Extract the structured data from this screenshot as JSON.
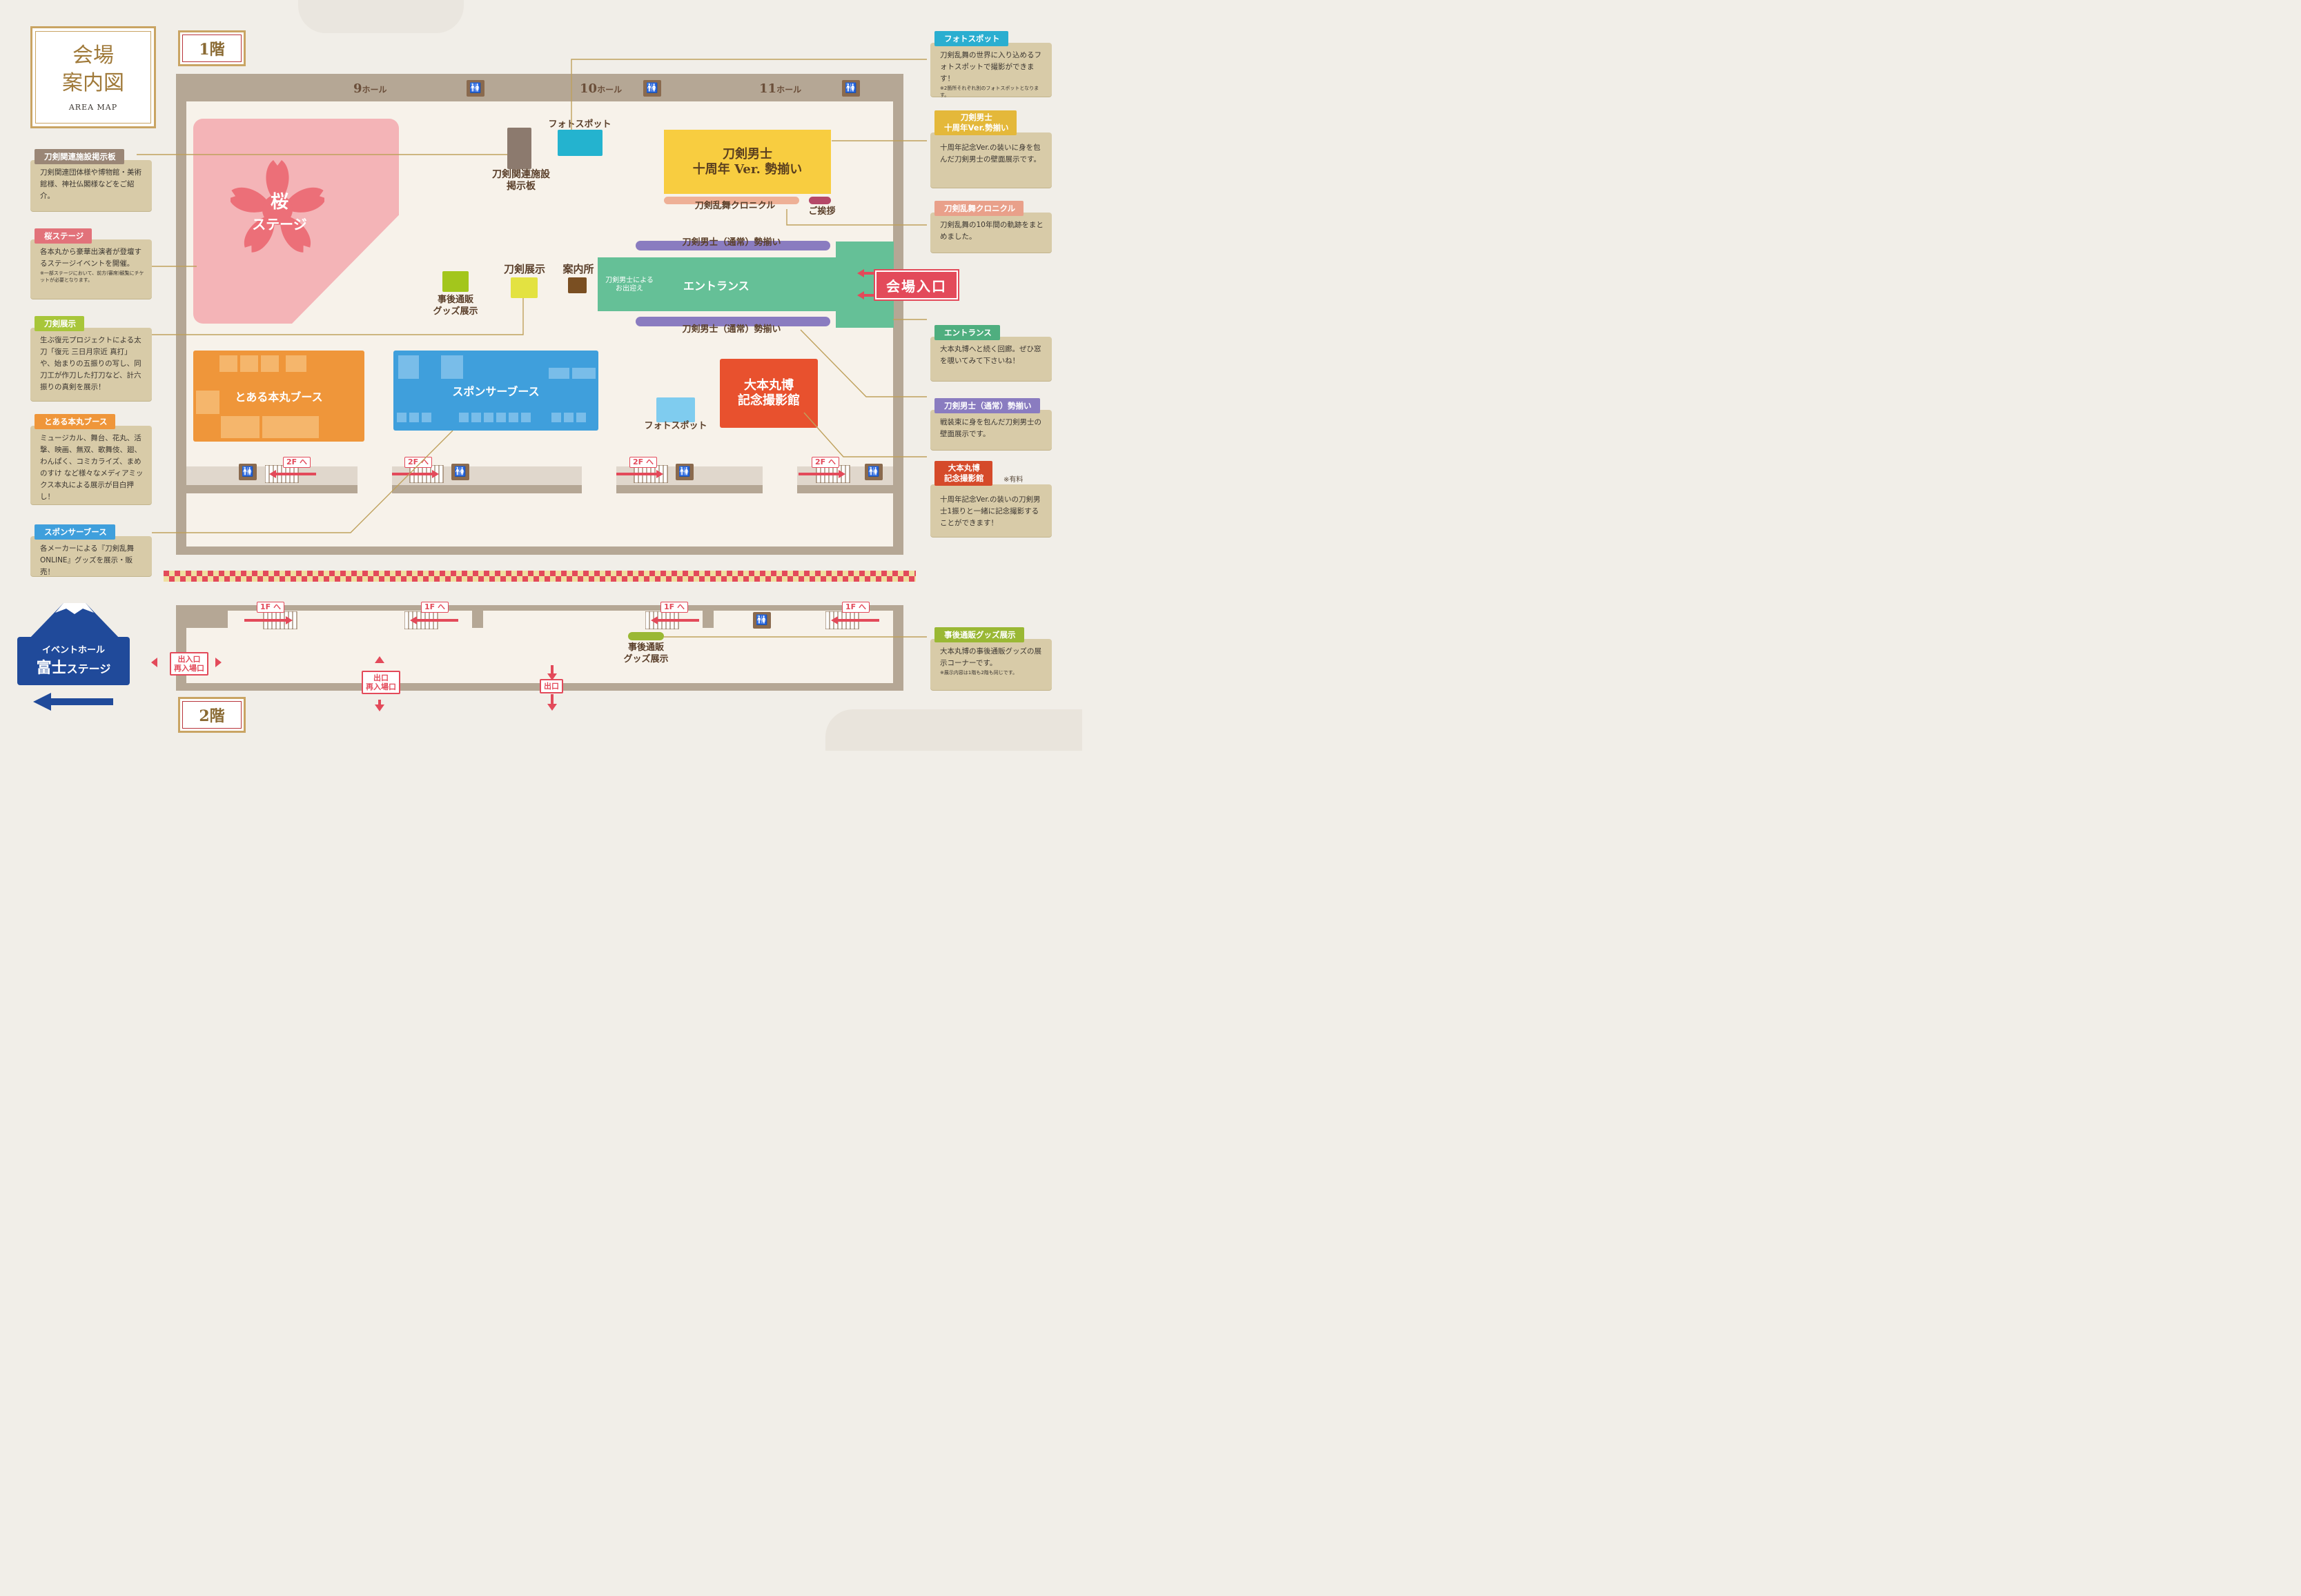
{
  "title": {
    "line1": "会場",
    "line2": "案内図",
    "sub": "AREA MAP"
  },
  "floors": {
    "f1": "1階",
    "f2": "2階"
  },
  "halls": [
    {
      "num": "9",
      "suffix": "ホール"
    },
    {
      "num": "10",
      "suffix": "ホール"
    },
    {
      "num": "11",
      "suffix": "ホール"
    }
  ],
  "map": {
    "sakura_stage": {
      "title": "桜",
      "sub": "ステージ"
    },
    "board": {
      "line1": "刀剣関連施設",
      "line2": "掲示板"
    },
    "photospot_top": "フォトスポット",
    "photospot_bottom": "フォトスポット",
    "touken_10th": {
      "line1": "刀剣男士",
      "line2": "十周年 Ver. 勢揃い"
    },
    "chronicle": "刀剣乱舞クロニクル",
    "greeting": "ご挨拶",
    "touken_normal_top": "刀剣男士（通常）勢揃い",
    "touken_normal_bottom": "刀剣男士（通常）勢揃い",
    "entrance": "エントランス",
    "entrance_greet": {
      "line1": "刀剣男士による",
      "line2": "お出迎え"
    },
    "touken_exhibit": "刀剣展示",
    "info_desk": "案内所",
    "post_sale": {
      "line1": "事後通販",
      "line2": "グッズ展示"
    },
    "toaru_booth": "とある本丸ブース",
    "sponsor_booth": "スポンサーブース",
    "oomoto_studio": {
      "line1": "大本丸博",
      "line2": "記念撮影館"
    },
    "to_2f": "2F へ",
    "to_1f": "1F へ",
    "entry_sign": "会場入口",
    "f2_post_sale": {
      "line1": "事後通販",
      "line2": "グッズ展示"
    },
    "exit_reentry_left": {
      "line1": "出入口",
      "line2": "再入場口"
    },
    "exit_reentry_mid": {
      "line1": "出口",
      "line2": "再入場口"
    },
    "exit": "出口",
    "fuji": {
      "line1": "イベントホール",
      "big": "富士",
      "small": "ステージ"
    }
  },
  "legend_left": [
    {
      "tag": "刀剣関連施設掲示板",
      "color": "#9a8676",
      "text": "刀剣関連団体様や博物館・美術館様、神社仏閣様などをご紹介。"
    },
    {
      "tag": "桜ステージ",
      "color": "#e2727a",
      "text": "各本丸から豪華出演者が登壇するステージイベントを開催。",
      "note": "※一部ステージにおいて、前方(審席)観覧にチケットが必要となります。"
    },
    {
      "tag": "刀剣展示",
      "color": "#a8c63a",
      "text": "生ぶ復元プロジェクトによる太刀「復元 三日月宗近 真打」や、始まりの五振りの写し、同刀工が作刀した打刀など、計六振りの真剣を展示！"
    },
    {
      "tag": "とある本丸ブース",
      "color": "#ef963a",
      "text": "ミュージカル、舞台、花丸、活撃、映画、無双、歌舞伎、廻、わんぱく、コミカライズ、まめのすけ など様々なメディアミックス本丸による展示が目白押し！"
    },
    {
      "tag": "スポンサーブース",
      "color": "#3f9fdc",
      "text": "各メーカーによる『刀剣乱舞ONLINE』グッズを展示・販売！"
    }
  ],
  "legend_right": [
    {
      "tag": "フォトスポット",
      "color": "#2aaed0",
      "text": "刀剣乱舞の世界に入り込めるフォトスポットで撮影ができます！",
      "note": "※2箇所それぞれ別のフォトスポットとなります。"
    },
    {
      "tag": "刀剣男士 十周年Ver.勢揃い",
      "tag1": "刀剣男士",
      "tag2": "十周年Ver.勢揃い",
      "color": "#e4b83a",
      "text": "十周年記念Ver.の装いに身を包んだ刀剣男士の壁面展示です。"
    },
    {
      "tag": "刀剣乱舞クロニクル",
      "color": "#e9a08a",
      "text": "刀剣乱舞の10年間の軌跡をまとめました。"
    },
    {
      "tag": "エントランス",
      "color": "#4fae7f",
      "text": "大本丸博へと続く回廊。ぜひ窓を覗いてみて下さいね！"
    },
    {
      "tag": "刀剣男士（通常）勢揃い",
      "color": "#8a7cc0",
      "text": "戦装束に身を包んだ刀剣男士の壁面展示です。"
    },
    {
      "tag": "大本丸博 記念撮影館",
      "tag1": "大本丸博",
      "tag2": "記念撮影館",
      "color": "#d54a2a",
      "paid": "※有料",
      "text": "十周年記念Ver.の装いの刀剣男士1振りと一緒に記念撮影することができます！"
    },
    {
      "tag": "事後通販グッズ展示",
      "color": "#9ab834",
      "text": "大本丸博の事後通販グッズの展示コーナーです。",
      "note": "※展示内容は1階も2階も同じです。"
    }
  ],
  "colors": {
    "frame": "#b5a795",
    "floor": "#f7f2ea",
    "gold": "#c9a463",
    "red": "#e34a5a"
  },
  "icons": [
    "toilet-icon",
    "stairs-icon",
    "arrow-icon",
    "sakura-icon"
  ]
}
